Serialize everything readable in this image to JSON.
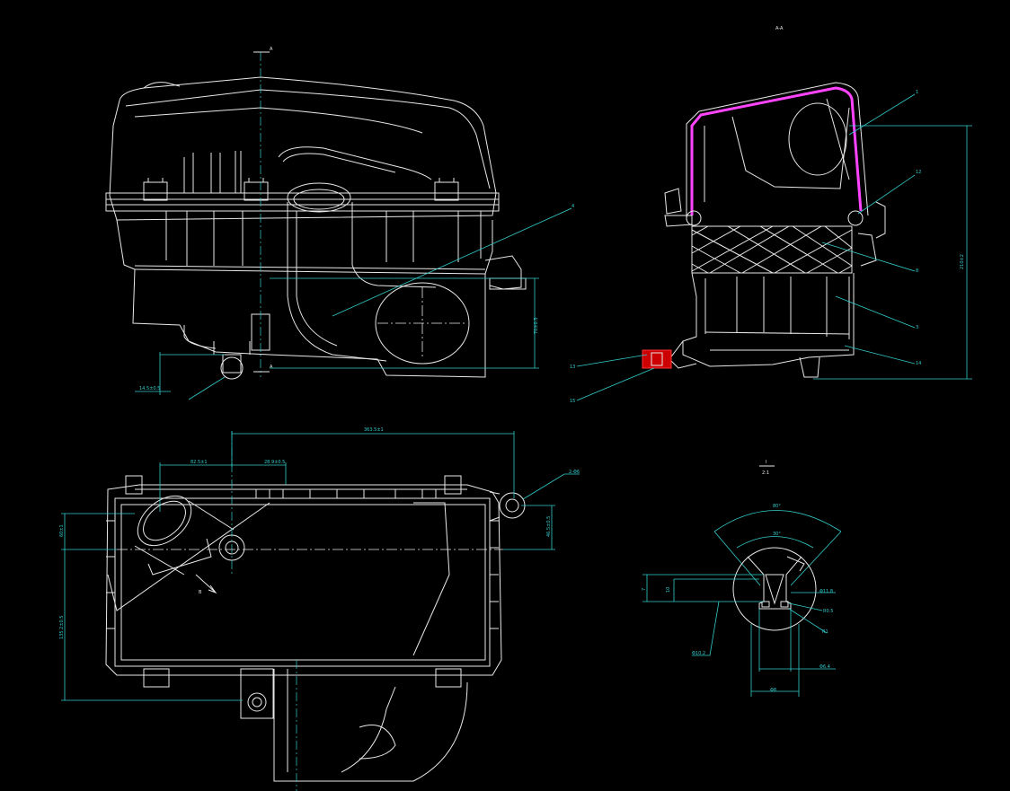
{
  "section_title": "A-A",
  "detail_title_top": "I",
  "detail_title_bottom": "2:1",
  "callouts": {
    "c1": "1",
    "c2": "12",
    "c3": "8",
    "c4": "3",
    "c5": "14",
    "c6": "4",
    "c7": "13",
    "c8": "15",
    "c9": "2-Φ6"
  },
  "dimensions": {
    "height_right": "210±2",
    "top_width": "363.5±1",
    "upper_left": "82.5±1",
    "upper_mid": "28.9±0.5",
    "left_short": "60±1",
    "left_long": "135.2±0.5",
    "right_short": "46.5±0.5",
    "front_height": "70±0.5",
    "front_bottom": "14.5±0.5",
    "angle_outer": "80°",
    "angle_inner": "30°",
    "det_left": "7",
    "det_left2": "10",
    "det_r1": "Φ11.8",
    "det_r2": "R0.5",
    "det_r3": "R1",
    "det_bottom": "Φ6.4",
    "det_bottom2": "Φ8",
    "det_label": "Φ10.2"
  },
  "markers": {
    "section_a": "A",
    "detail_b": "B"
  },
  "colors": {
    "background": "#000000",
    "lines": "#e8e8e8",
    "dims": "#33cccc",
    "seal": "#ff44ff",
    "gasket": "#cc0000"
  }
}
